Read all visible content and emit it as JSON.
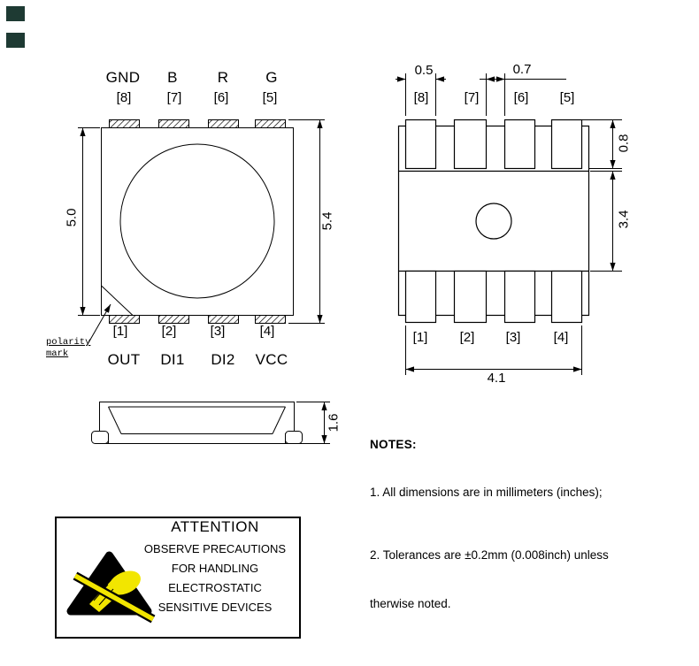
{
  "corner_marks": {
    "color": "#1e3a33"
  },
  "top_view": {
    "pins_top": [
      {
        "label": "GND",
        "num": "[8]"
      },
      {
        "label": "B",
        "num": "[7]"
      },
      {
        "label": "R",
        "num": "[6]"
      },
      {
        "label": "G",
        "num": "[5]"
      }
    ],
    "pins_bottom": [
      {
        "num": "[1]",
        "label": "OUT"
      },
      {
        "num": "[2]",
        "label": "DI1"
      },
      {
        "num": "[3]",
        "label": "DI2"
      },
      {
        "num": "[4]",
        "label": "VCC"
      }
    ],
    "dim_body_height": "5.0",
    "dim_overall_height": "5.4",
    "polarity_line1": "polarity",
    "polarity_line2": "mark"
  },
  "back_view": {
    "pads_top": [
      "[8]",
      "[7]",
      "[6]",
      "[5]"
    ],
    "pads_bottom": [
      "[1]",
      "[2]",
      "[3]",
      "[4]"
    ],
    "dim_pad_width": "0.5",
    "dim_pad_gap": "0.7",
    "dim_pad_length": "0.8",
    "dim_body_span": "3.4",
    "dim_overall_width": "4.1"
  },
  "side_view": {
    "dim_thickness": "1.6"
  },
  "esd_box": {
    "title": "ATTENTION",
    "line1": "OBSERVE PRECAUTIONS",
    "line2": "FOR HANDLING",
    "line3": "ELECTROSTATIC",
    "line4": "SENSITIVE DEVICES",
    "yellow": "#f2e600"
  },
  "notes": {
    "heading": "NOTES:",
    "item1": "1. All dimensions are in millimeters (inches);",
    "item2": "2. Tolerances are  ±0.2mm (0.008inch) unless",
    "item3": "therwise noted."
  }
}
